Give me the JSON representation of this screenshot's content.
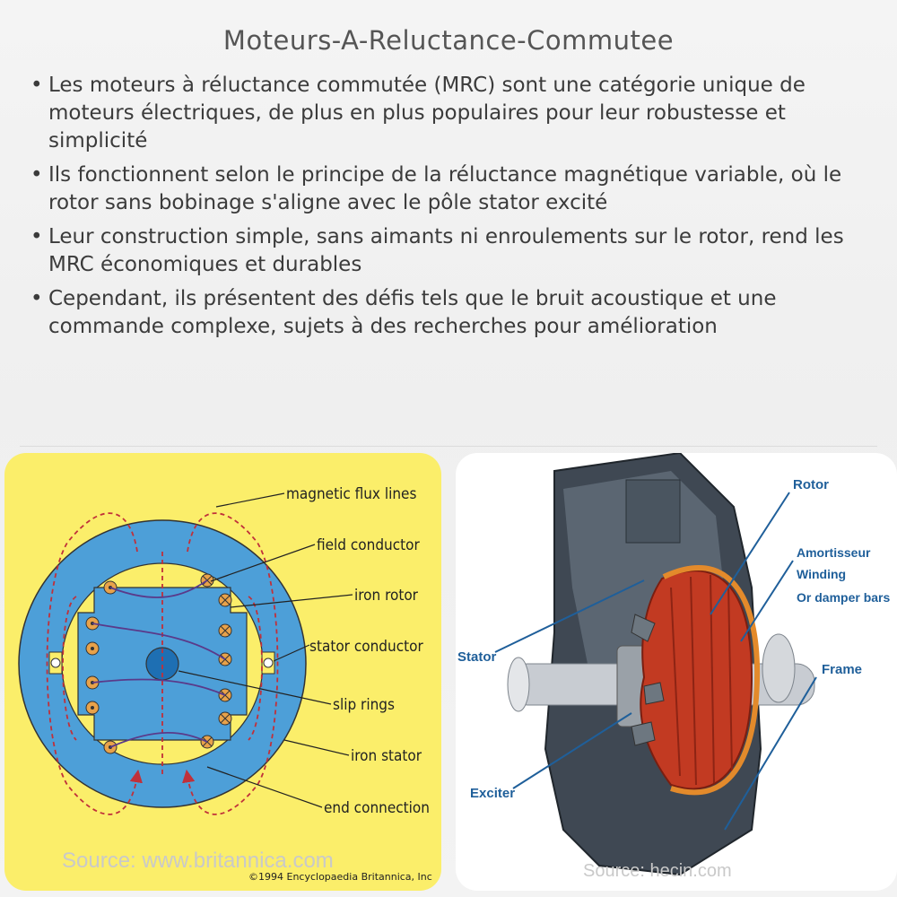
{
  "title": "Moteurs-A-Reluctance-Commutee",
  "bullets": [
    "Les moteurs à réluctance commutée (MRC) sont une catégorie unique de moteurs électriques, de plus en plus populaires pour leur robustesse et simplicité",
    "Ils fonctionnent selon le principe de la réluctance magnétique variable, où le rotor sans bobinage s'aligne avec le pôle stator excité",
    "Leur construction simple, sans aimants ni enroulements sur le rotor, rend les MRC économiques et durables",
    "Cependant, ils présentent des défis tels que le bruit acoustique et une commande complexe, sujets à des recherches pour amélioration"
  ],
  "left_image": {
    "labels": {
      "magnetic_flux_lines": "magnetic flux lines",
      "field_conductor": "field conductor",
      "iron_rotor": "iron rotor",
      "stator_conductor": "stator conductor",
      "slip_rings": "slip rings",
      "iron_stator": "iron stator",
      "end_connection": "end connection"
    },
    "source": "Source: www.britannica.com",
    "copyright": "©1994 Encyclopaedia Britannica, Inc"
  },
  "right_image": {
    "labels": {
      "rotor": "Rotor",
      "amortisseur_1": "Amortisseur",
      "amortisseur_2": "Winding",
      "amortisseur_3": "Or damper bars",
      "stator": "Stator",
      "frame": "Frame",
      "exciter": "Exciter"
    },
    "source": "Source: hecin.com"
  },
  "colors": {
    "stator_blue": "#4d9fd8",
    "yellow": "#fbee6a",
    "flux_red": "#c0303a",
    "label_blue": "#1f5f9a",
    "rotor_red": "#c23a22"
  }
}
